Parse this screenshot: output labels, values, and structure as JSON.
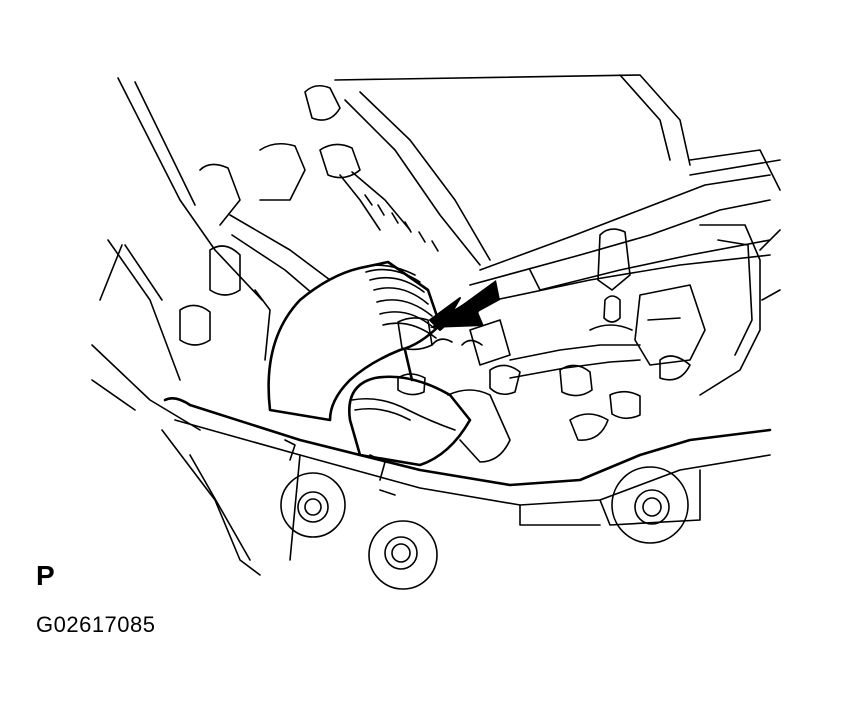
{
  "illustration": {
    "subject": "air-cleaner-hose-clamp-bolt",
    "arrow_icon": "black-pointer-arrow",
    "colors": {
      "line": "#000000",
      "background": "#ffffff"
    }
  },
  "labels": {
    "corner_letter": "P",
    "figure_code": "G02617085"
  }
}
